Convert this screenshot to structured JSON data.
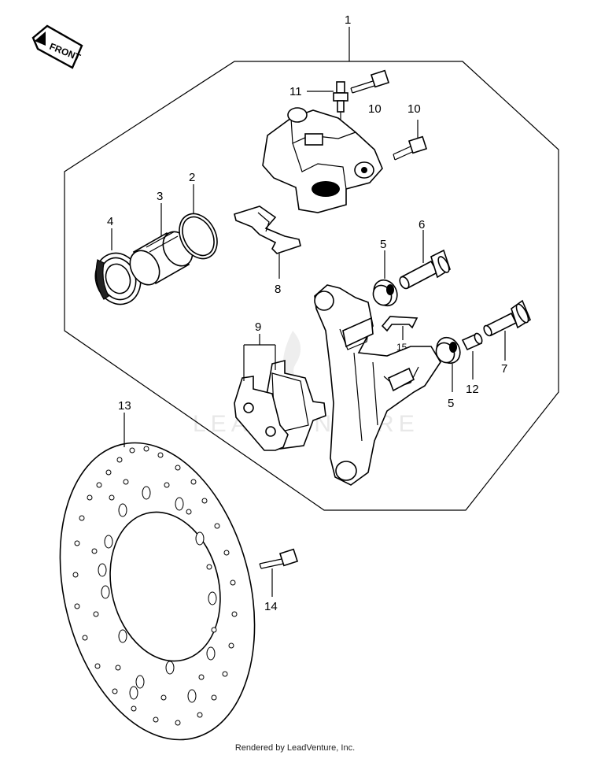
{
  "front_label": "FRONT",
  "watermark": "LEADVENTURE",
  "footer": "Rendered by LeadVenture, Inc.",
  "callouts": {
    "c1": "1",
    "c2": "2",
    "c3": "3",
    "c4": "4",
    "c5a": "5",
    "c5b": "5",
    "c6": "6",
    "c7": "7",
    "c8": "8",
    "c9": "9",
    "c10a": "10",
    "c10b": "10",
    "c11": "11",
    "c12": "12",
    "c13": "13",
    "c14": "14",
    "c15": "15"
  }
}
